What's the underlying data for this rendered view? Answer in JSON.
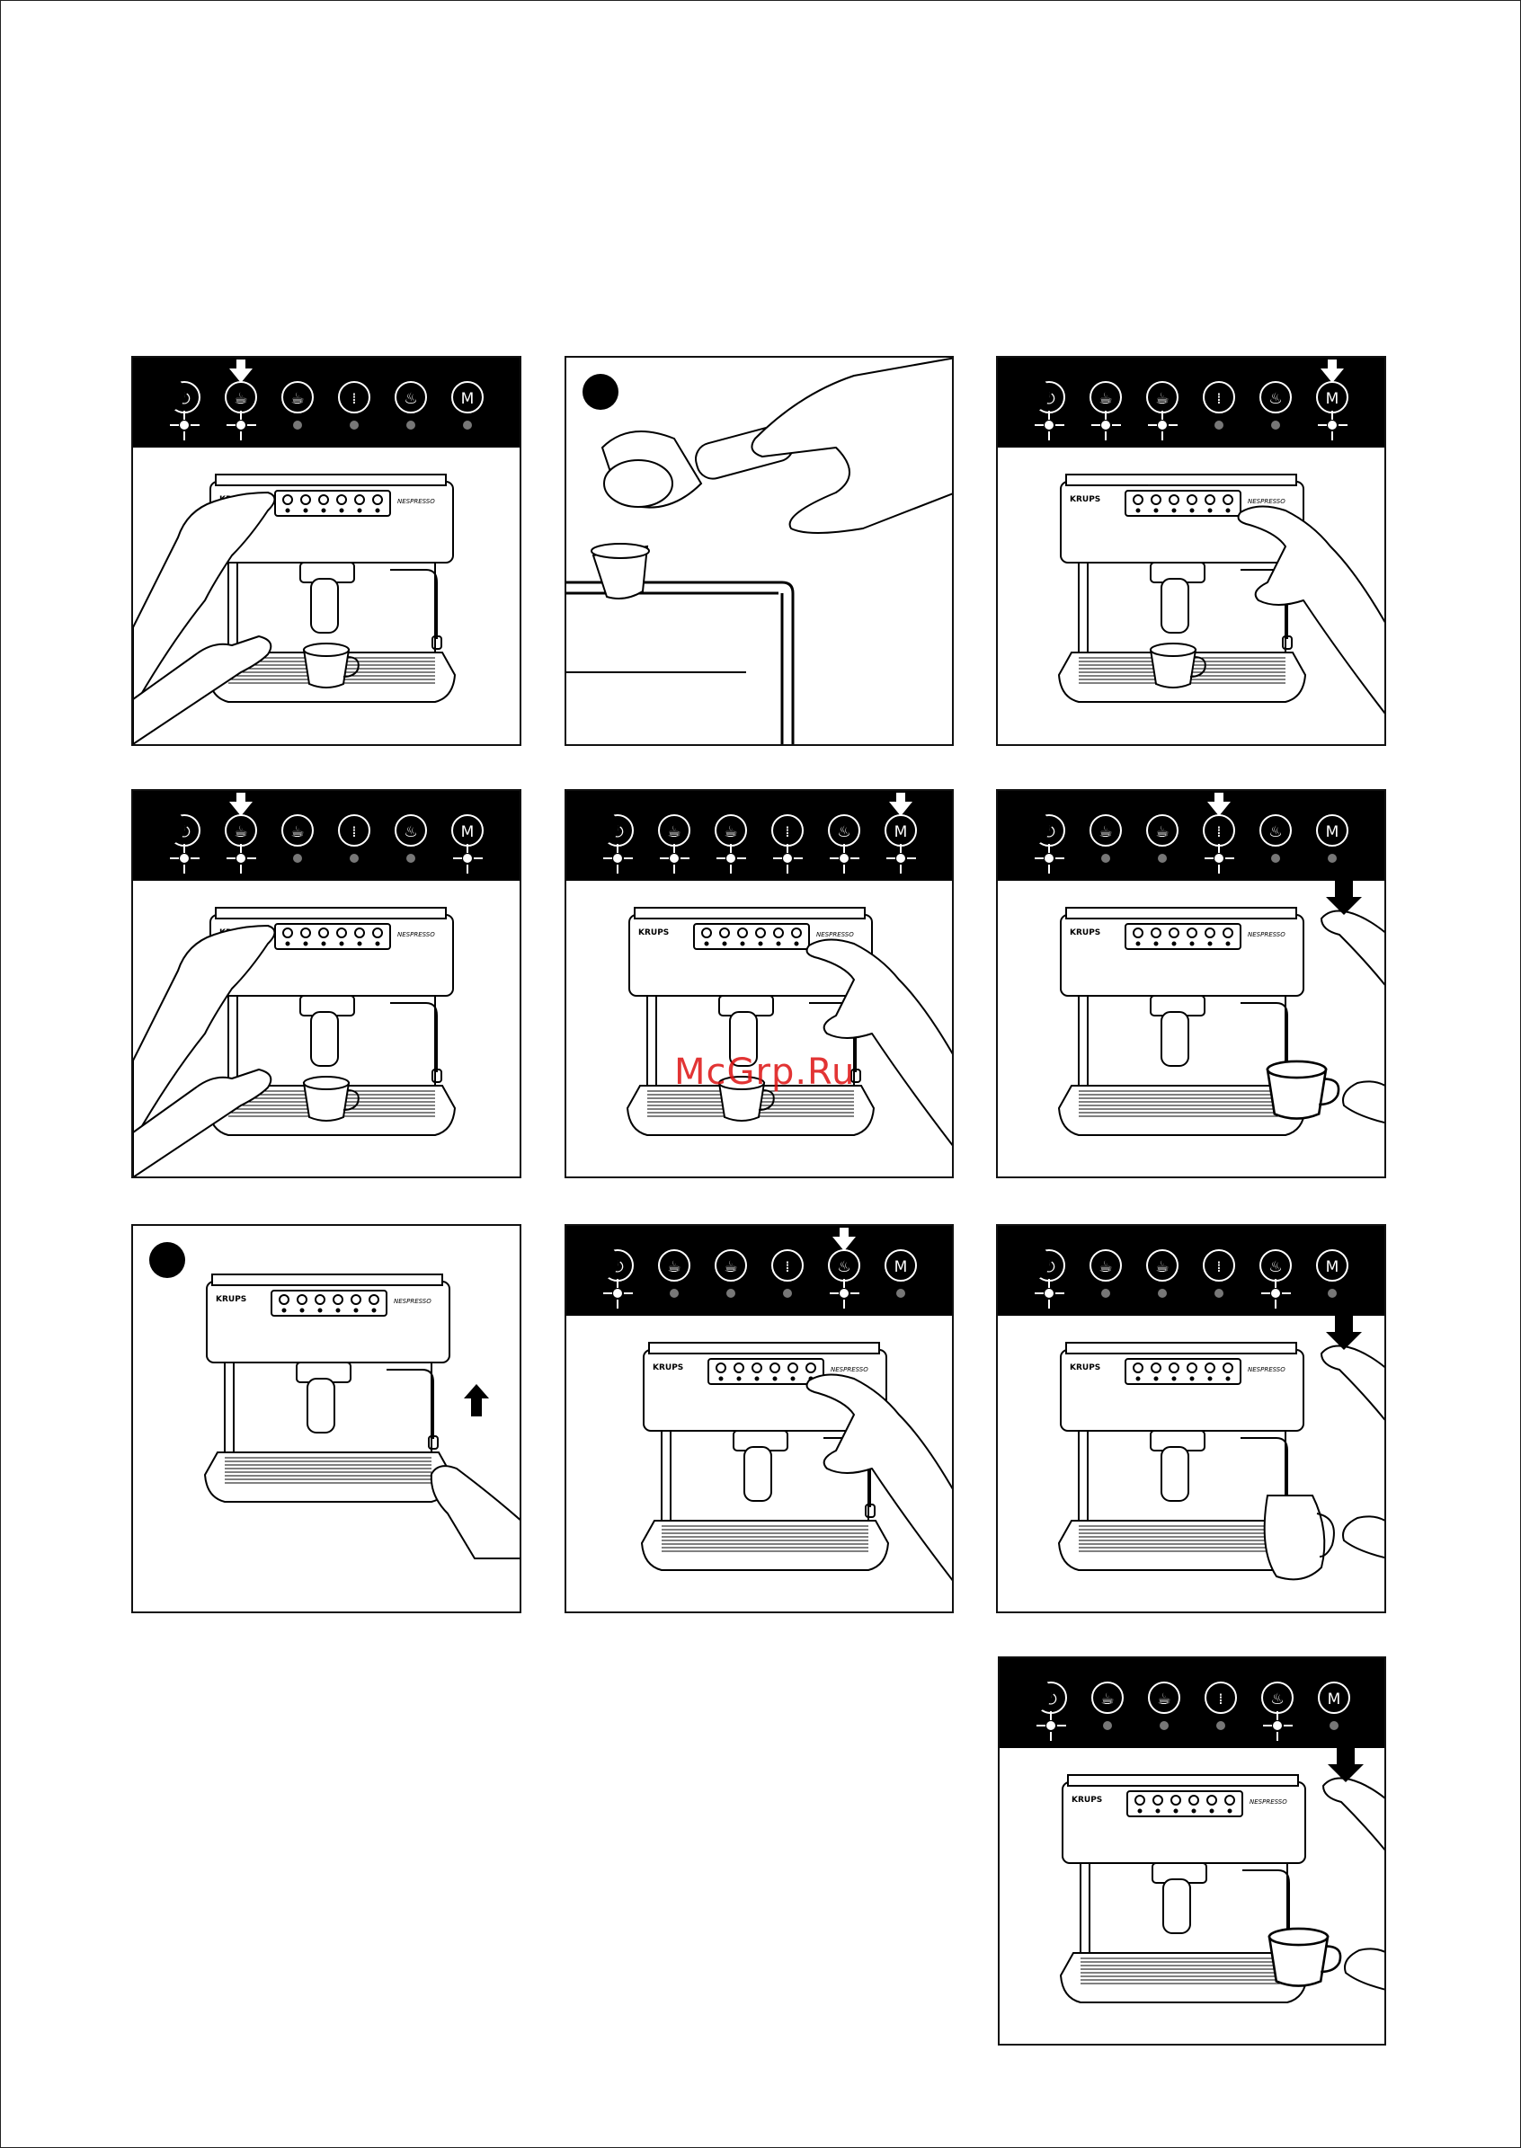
{
  "brand_label": "KRUPS",
  "partner_label": "NESPRESSO",
  "watermark": "McGrp.Ru",
  "control_panel_icons": [
    "power-icon",
    "small-cup-icon",
    "large-cup-icon",
    "steam-icon",
    "hot-water-icon",
    "menu-icon"
  ],
  "icon_glyphs": [
    "⏻",
    "☕",
    "☕",
    "⁞",
    "♨",
    "M"
  ],
  "panels": [
    {
      "id": "p1",
      "has_bar": true,
      "leds": [
        1,
        1,
        0,
        0,
        0,
        0
      ],
      "arrow": 1,
      "scene": "press-left"
    },
    {
      "id": "p2",
      "has_bar": false,
      "scene": "capsule"
    },
    {
      "id": "p3",
      "has_bar": true,
      "leds": [
        1,
        1,
        1,
        0,
        0,
        1
      ],
      "arrow": 5,
      "scene": "press-right"
    },
    {
      "id": "p4",
      "has_bar": true,
      "leds": [
        1,
        1,
        0,
        0,
        0,
        1
      ],
      "arrow": 1,
      "scene": "press-left"
    },
    {
      "id": "p5",
      "has_bar": true,
      "leds": [
        1,
        1,
        1,
        1,
        1,
        1
      ],
      "arrow": 5,
      "scene": "press-right"
    },
    {
      "id": "p6",
      "has_bar": true,
      "leds": [
        1,
        0,
        0,
        1,
        0,
        0
      ],
      "arrow": 3,
      "scene": "steam-cup"
    },
    {
      "id": "p7",
      "has_bar": false,
      "scene": "nozzle-up"
    },
    {
      "id": "p8",
      "has_bar": true,
      "leds": [
        1,
        0,
        0,
        0,
        1,
        0
      ],
      "arrow": 4,
      "scene": "press-center"
    },
    {
      "id": "p9",
      "has_bar": true,
      "leds": [
        1,
        0,
        0,
        0,
        1,
        0
      ],
      "arrow": null,
      "scene": "steam-jug"
    },
    {
      "id": "p10",
      "has_bar": true,
      "leds": [
        1,
        0,
        0,
        0,
        1,
        0
      ],
      "arrow": null,
      "scene": "steam-cup"
    }
  ]
}
